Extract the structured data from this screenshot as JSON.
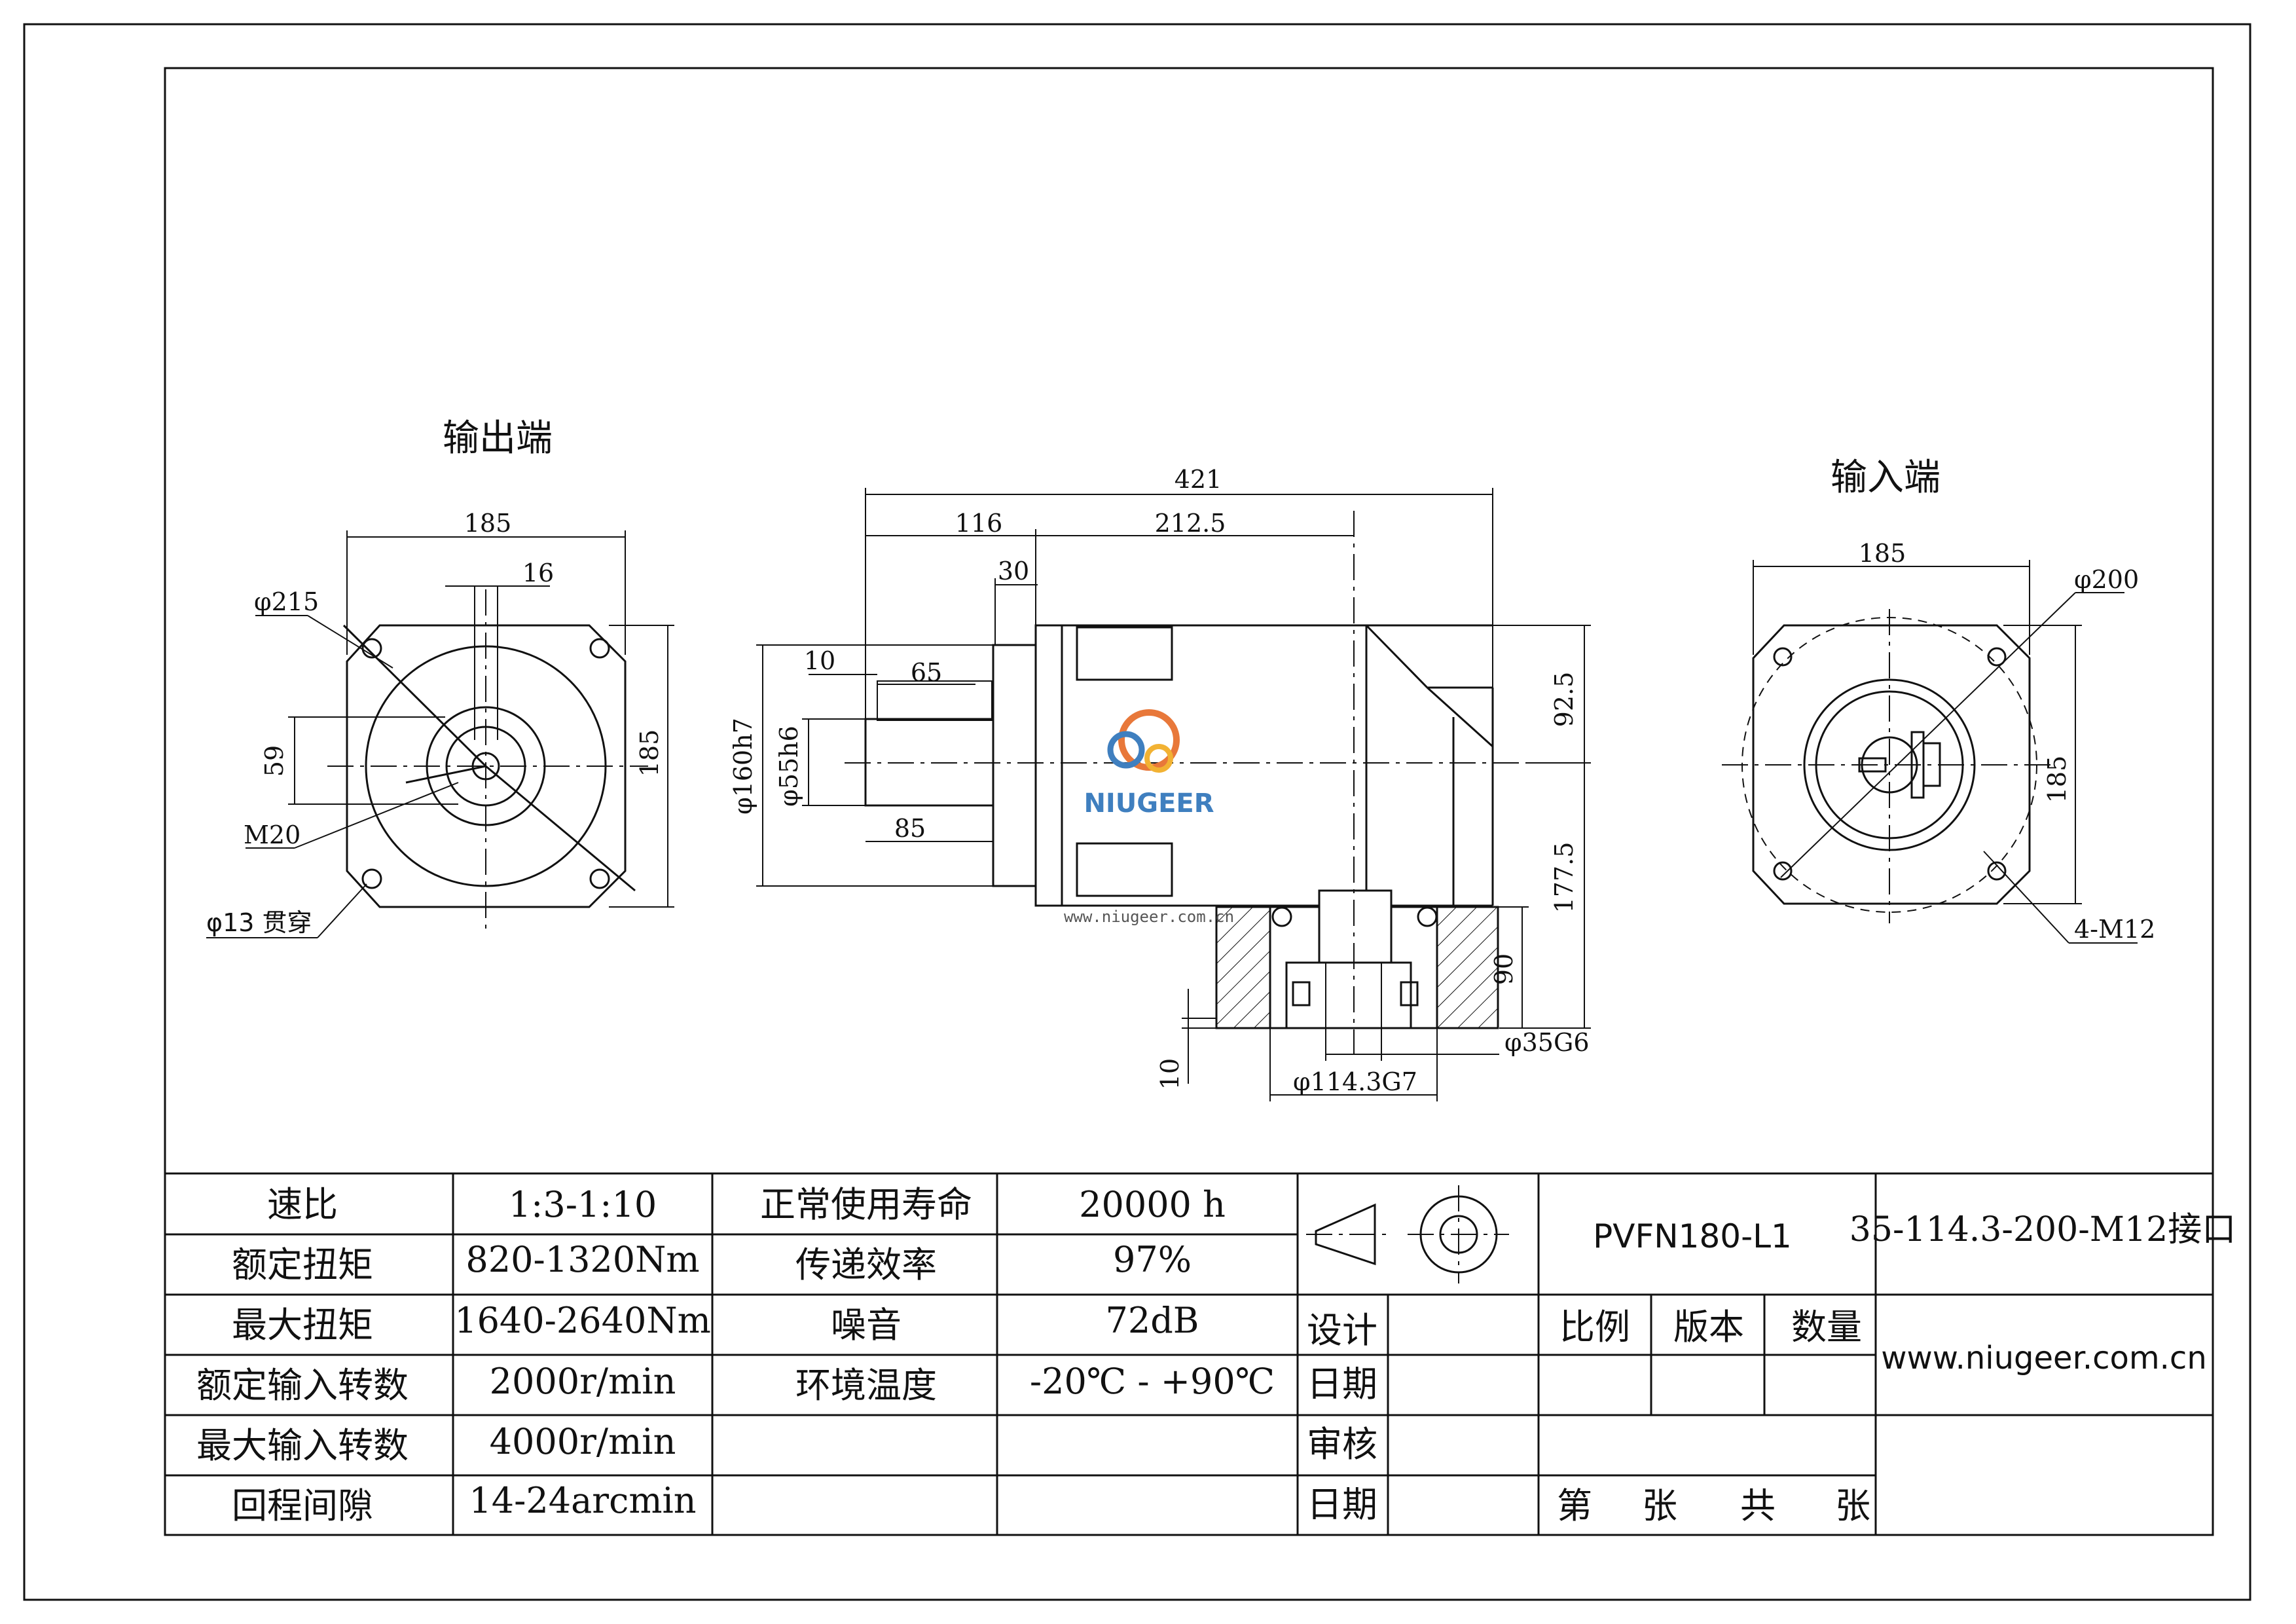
{
  "views": {
    "output_title": "输出端",
    "input_title": "输入端"
  },
  "watermark": {
    "brand": "NIUGEER",
    "url": "www.niugeer.com.cn"
  },
  "dims": {
    "out_width_top": "185",
    "out_key": "16",
    "out_d215": "φ215",
    "out_59": "59",
    "out_m20": "M20",
    "out_d13": "φ13 贯穿",
    "out_height": "185",
    "side_421": "421",
    "side_116": "116",
    "side_2125": "212.5",
    "side_30": "30",
    "side_10": "10",
    "side_65": "65",
    "side_85": "85",
    "side_d160": "φ160h7",
    "side_d55": "φ55h6",
    "side_925": "92.5",
    "side_1775": "177.5",
    "side_90": "90",
    "side_10b": "10",
    "side_d35": "φ35G6",
    "side_d1143": "φ114.3G7",
    "in_width_top": "185",
    "in_d200": "φ200",
    "in_height": "185",
    "in_m12": "4-M12"
  },
  "specs": {
    "rows": [
      {
        "k1": "速比",
        "v1": "1:3-1:10",
        "k2": "正常使用寿命",
        "v2": "20000 h"
      },
      {
        "k1": "额定扭矩",
        "v1": "820-1320Nm",
        "k2": "传递效率",
        "v2": "97%"
      },
      {
        "k1": "最大扭矩",
        "v1": "1640-2640Nm",
        "k2": "噪音",
        "v2": "72dB"
      },
      {
        "k1": "额定输入转数",
        "v1": "2000r/min",
        "k2": "环境温度",
        "v2": "-20℃ - +90℃"
      },
      {
        "k1": "最大输入转数",
        "v1": "4000r/min",
        "k2": "",
        "v2": ""
      },
      {
        "k1": "回程间隙",
        "v1": "14-24arcmin",
        "k2": "",
        "v2": ""
      }
    ]
  },
  "title_block": {
    "model": "PVFN180-L1",
    "interface": "35-114.3-200-M12接口",
    "website": "www.niugeer.com.cn",
    "design": "设计",
    "date1": "日期",
    "review": "审核",
    "date2": "日期",
    "scale": "比例",
    "version": "版本",
    "quantity": "数量",
    "sheet_no": "第",
    "sheet_zhang1": "张",
    "sheet_total": "共",
    "sheet_zhang2": "张"
  },
  "colors": {
    "line": "#111111",
    "watermark_orange": "#e8783a",
    "watermark_blue": "#3f7fbf"
  }
}
